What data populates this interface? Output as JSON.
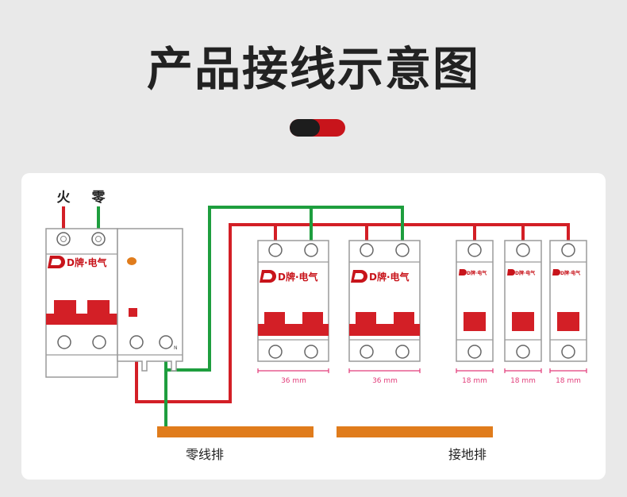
{
  "header": {
    "title": "产品接线示意图"
  },
  "colors": {
    "red": "#d31f26",
    "green": "#1e9e3e",
    "orange": "#e07c1c",
    "dark": "#1d1d1d",
    "brand": "#c8141b"
  },
  "main_breaker": {
    "brand": "D牌·电气",
    "live_label": "火",
    "neutral_label": "零",
    "n_mark": "N"
  },
  "breakers": [
    {
      "brand": "D牌·电气",
      "width_label": "36 mm"
    },
    {
      "brand": "D牌·电气",
      "width_label": "36 mm"
    },
    {
      "brand": "D牌·电气",
      "width_label": "18 mm"
    },
    {
      "brand": "D牌·电气",
      "width_label": "18 mm"
    },
    {
      "brand": "D牌·电气",
      "width_label": "18 mm"
    }
  ],
  "bus_bars": {
    "neutral_label": "零线排",
    "ground_label": "接地排"
  }
}
